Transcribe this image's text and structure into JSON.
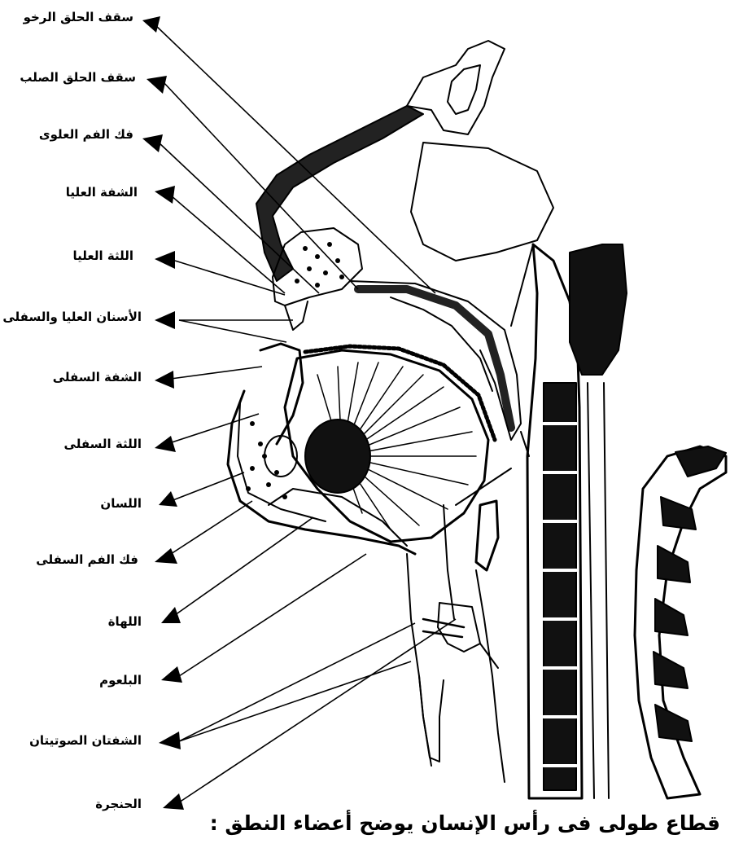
{
  "labels": [
    "سقف الحلق الرخو",
    "سقف الحلق الصلب",
    "فك الفم العلوى",
    "الشفة العليا",
    "اللثة العليا",
    "الأسنان العليا والسفلى",
    "الشفة السفلى",
    "اللثة السفلى",
    "اللسان",
    "فك الفم السفلى",
    "اللهاة",
    "البلعوم",
    "الشفتان الصوتيتان",
    "الحنجرة"
  ],
  "caption": "قطاع طولى فى رأس الإنسان يوضح أعضاء النطق :",
  "colors": {
    "ink": "#000000",
    "paper": "#ffffff"
  }
}
